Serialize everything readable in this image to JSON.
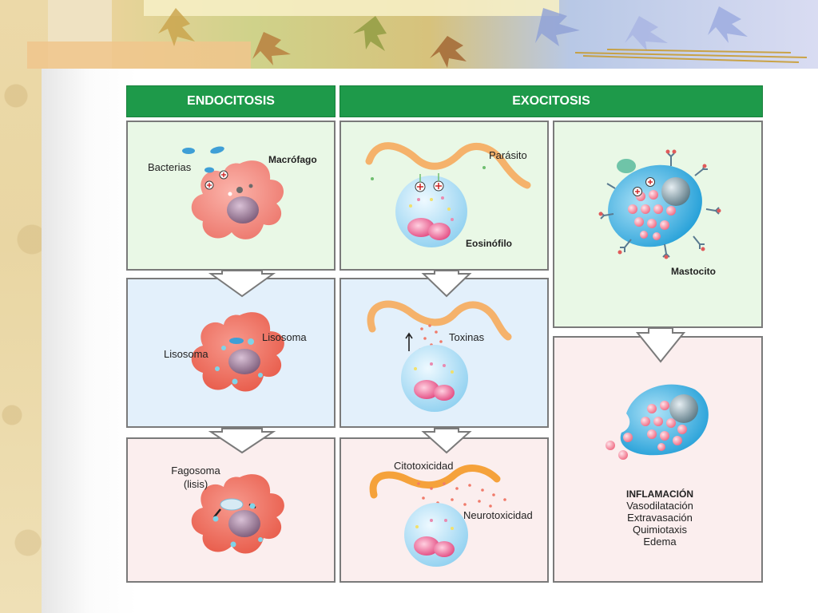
{
  "headers": {
    "endocitosis": "ENDOCITOSIS",
    "exocitosis": "EXOCITOSIS"
  },
  "endo": {
    "bacterias": "Bacterias",
    "macrofago": "Macrófago",
    "lisosoma_left": "Lisosoma",
    "lisosoma_right": "Lisosoma",
    "fagosoma": "Fagosoma",
    "lisis": "(lisis)"
  },
  "exo": {
    "parasito": "Parásito",
    "eosinofilo": "Eosinófilo",
    "toxinas": "Toxinas",
    "citotoxicidad": "Citotoxicidad",
    "neurotoxicidad": "Neurotoxicidad"
  },
  "mast": {
    "mastocito": "Mastocito",
    "inflamacion_title": "INFLAMACIÓN",
    "effects": [
      "Vasodilatación",
      "Extravasación",
      "Quimiotaxis",
      "Edema"
    ]
  },
  "colors": {
    "header_green": "#1e9a4a",
    "macrophage": "#f28a80",
    "eosinophil": "#bfe6f7",
    "mastocyte": "#3aaee0",
    "parasite": "#f5b26b"
  }
}
